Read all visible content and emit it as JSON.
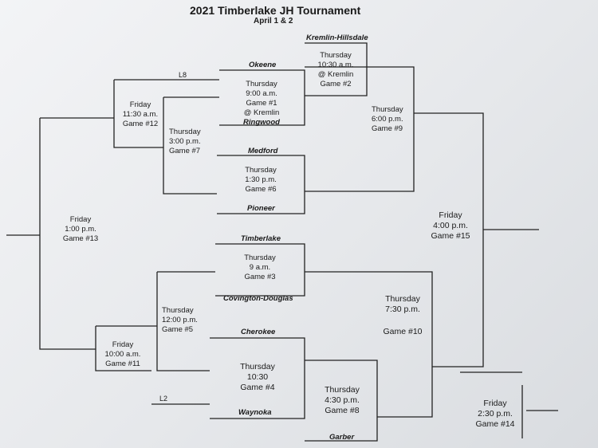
{
  "header": {
    "title": "2021 Timberlake JH Tournament",
    "dates": "April 1 & 2"
  },
  "teams": {
    "kremlin": "Kremlin-Hillsdale",
    "okeene": "Okeene",
    "ringwood": "Ringwood",
    "medford": "Medford",
    "pioneer": "Pioneer",
    "timberlake": "Timberlake",
    "covington": "Covington-Douglas",
    "cherokee": "Cherokee",
    "waynoka": "Waynoka",
    "garber": "Garber"
  },
  "labels": {
    "l8": "L8",
    "l2": "L2"
  },
  "games": {
    "g1": {
      "day": "Thursday",
      "time": "9:00 a.m.",
      "game": "Game #1",
      "site": "@ Kremlin"
    },
    "g2": {
      "day": "Thursday",
      "time": "10:30 a.m.",
      "site": "@ Kremlin",
      "game": "Game #2"
    },
    "g3": {
      "day": "Thursday",
      "time": "9 a.m.",
      "game": "Game #3"
    },
    "g4": {
      "day": "Thursday",
      "time": "10:30",
      "game": "Game #4"
    },
    "g5": {
      "day": "Thursday",
      "time": "12:00 p.m.",
      "game": "Game #5"
    },
    "g6": {
      "day": "Thursday",
      "time": "1:30 p.m.",
      "game": "Game #6"
    },
    "g7": {
      "day": "Thursday",
      "time": "3:00 p.m.",
      "game": "Game #7"
    },
    "g8": {
      "day": "Thursday",
      "time": "4:30 p.m.",
      "game": "Game #8"
    },
    "g9": {
      "day": "Thursday",
      "time": "6:00 p.m.",
      "game": "Game #9"
    },
    "g10": {
      "day": "Thursday",
      "time": "7:30 p.m.",
      "game": "Game #10"
    },
    "g11": {
      "day": "Friday",
      "time": "10:00 a.m.",
      "game": "Game #11"
    },
    "g12": {
      "day": "Friday",
      "time": "11:30 a.m.",
      "game": "Game #12"
    },
    "g13": {
      "day": "Friday",
      "time": "1:00 p.m.",
      "game": "Game #13"
    },
    "g14": {
      "day": "Friday",
      "time": "2:30 p.m.",
      "game": "Game #14"
    },
    "g15": {
      "day": "Friday",
      "time": "4:00 p.m.",
      "game": "Game #15"
    }
  }
}
